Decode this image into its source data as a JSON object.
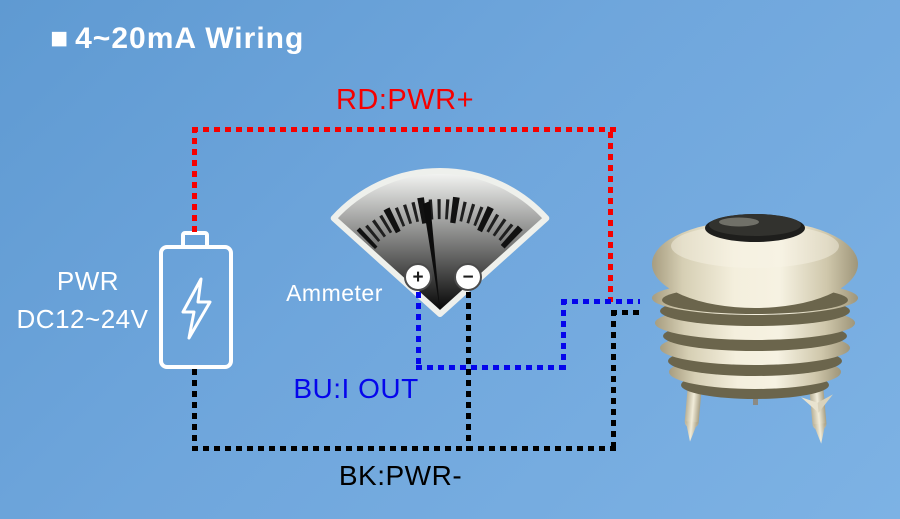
{
  "title": {
    "marker": "■",
    "text": "4~20mA Wiring"
  },
  "wires": {
    "red": {
      "label": "RD:PWR+",
      "color": "#f60000"
    },
    "blue": {
      "label": "BU:I OUT",
      "color": "#0505ec"
    },
    "black": {
      "label": "BK:PWR-",
      "color": "#000000"
    }
  },
  "power_supply": {
    "name_line1": "PWR",
    "name_line2": "DC12~24V"
  },
  "ammeter": {
    "label": "Ammeter",
    "plus": "+",
    "minus": "−"
  },
  "sensor": {
    "name": "louvered-radiation-shield-sensor-probe"
  },
  "diagram": {
    "type": "wiring-diagram",
    "connections": [
      {
        "wire": "RD:PWR+",
        "color": "#f60000",
        "from": "power supply positive terminal",
        "to": "sensor"
      },
      {
        "wire": "BU:I OUT",
        "color": "#0505ec",
        "from": "ammeter + terminal",
        "to": "sensor"
      },
      {
        "wire": "BK:PWR-",
        "color": "#000000",
        "from": "power supply negative terminal",
        "via": "ammeter − terminal",
        "to": "sensor"
      }
    ]
  },
  "colors": {
    "background_start": "#5f9ad2",
    "background_end": "#7db2e4",
    "text_white": "#ffffff",
    "sensor_body": "#f2edda",
    "sensor_cap": "#1e1e1c"
  }
}
